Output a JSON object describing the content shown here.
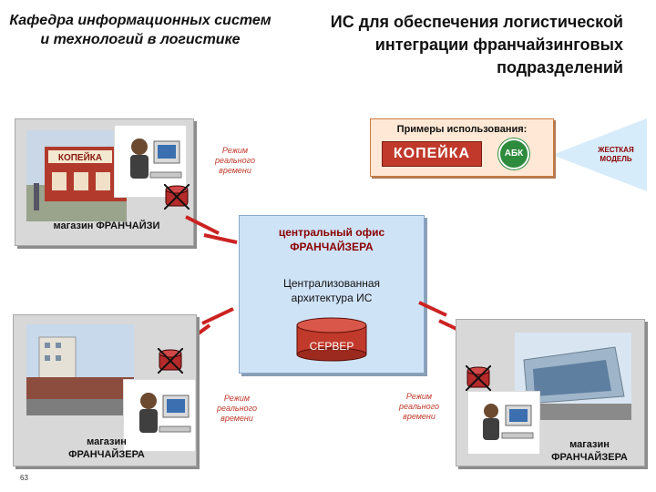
{
  "header": {
    "department": "Кафедра информационных систем и технологий в логистике",
    "title": "ИС для обеспечения логистической интеграции франчайзинговых подразделений"
  },
  "examples": {
    "title": "Примеры использования:",
    "logos": [
      "КОПЕЙКА",
      "АБК"
    ],
    "model_label": "ЖЕСТКАЯ МОДЕЛЬ"
  },
  "nodes": {
    "franchisee_store": "магазин ФРАНЧАЙЗИ",
    "central_office": "центральный офис ФРАНЧАЙЗЕРА",
    "architecture": "Централизованная архитектура ИС",
    "server": "СЕРВЕР",
    "franchisor_store_left": "магазин ФРАНЧАЙЗЕРА",
    "franchisor_store_right": "магазин ФРАНЧАЙЗЕРА"
  },
  "realtime_label": "Режим реального времени",
  "slide_number": "63",
  "colors": {
    "panel_gray": "#d8d8d8",
    "center_blue": "#cfe3f7",
    "link_red": "#cc2222",
    "server_red": "#c0392b",
    "accent_dark_red": "#8b0000"
  },
  "icons": [
    "storefront-photo",
    "operator-at-computer-icon",
    "database-server-icon",
    "network-link-icon",
    "building-photo"
  ]
}
